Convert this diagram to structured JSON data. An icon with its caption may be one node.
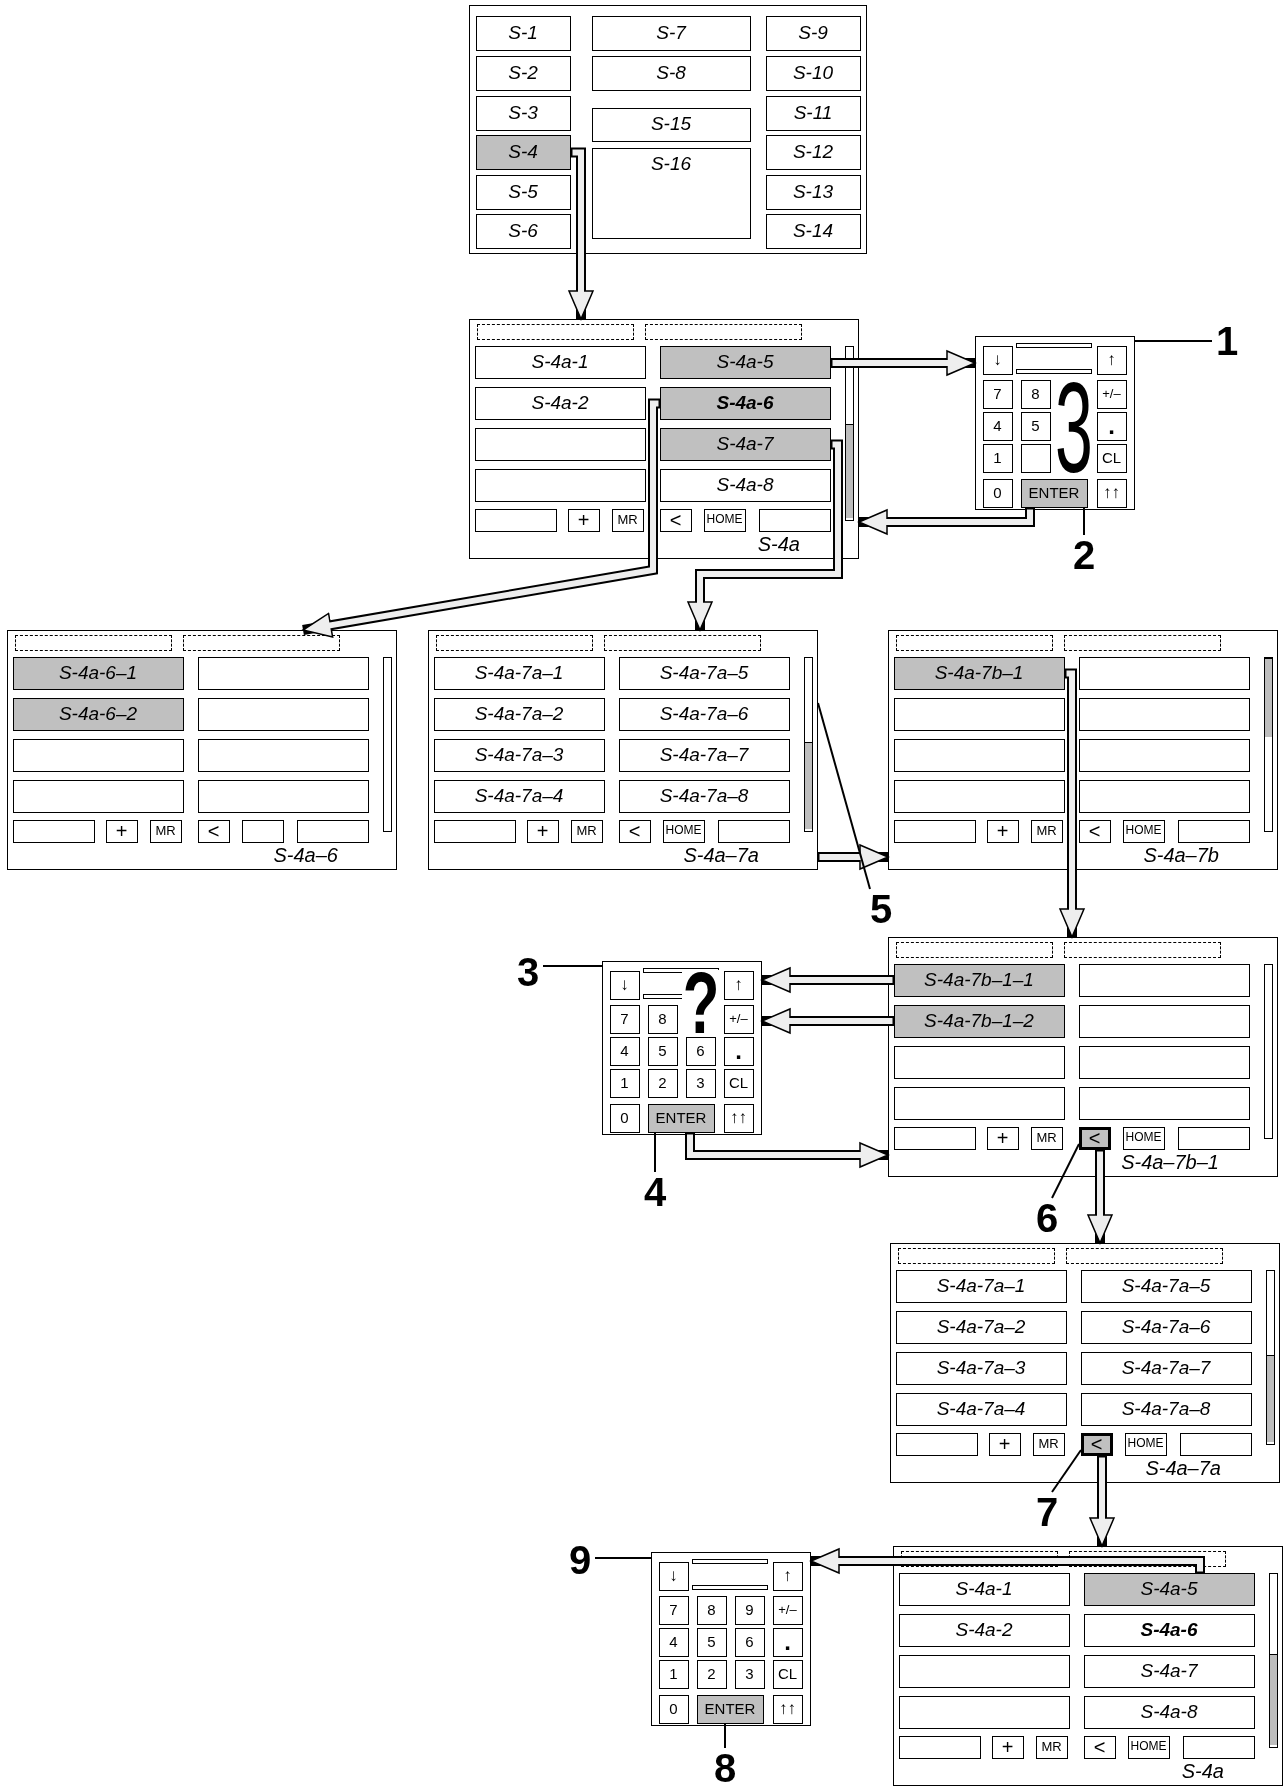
{
  "diagram": {
    "nodes": [
      {
        "text": [],
        "shape": "box"
      },
      {
        "text": [
          "S-1"
        ],
        "in": 0
      },
      {
        "text": [
          "S-2"
        ],
        "in": 0
      },
      {
        "text": [
          "S-3"
        ],
        "in": 0
      },
      {
        "text": [
          "S-4"
        ],
        "in": 0
      },
      {
        "text": [
          "S-5"
        ],
        "in": 0
      },
      {
        "text": [
          "S-6"
        ],
        "in": 0
      },
      {
        "text": [
          "S-7"
        ],
        "in": 0
      },
      {
        "text": [
          "S-8"
        ],
        "in": 0
      },
      {
        "text": [
          "S-9"
        ],
        "in": 0
      },
      {
        "text": [
          "S-10"
        ],
        "in": 0
      },
      {
        "text": [
          "S-11"
        ],
        "in": 0
      },
      {
        "text": [
          "S-12"
        ],
        "in": 0
      },
      {
        "text": [
          "S-13"
        ],
        "in": 0
      },
      {
        "text": [
          "S-14"
        ],
        "in": 0
      },
      {
        "text": [
          "S-15"
        ],
        "in": 0
      },
      {
        "text": [
          "S-16"
        ],
        "in": 0
      },
      {
        "text": [
          "S-4a"
        ]
      },
      {
        "text": [
          "S-4a-1"
        ],
        "in": 17
      },
      {
        "text": [
          "S-4a-2"
        ],
        "in": 17
      },
      {
        "text": [],
        "shape": "box",
        "in": 17
      },
      {
        "text": [],
        "shape": "box",
        "in": 17
      },
      {
        "text": [
          "S-4a-5"
        ],
        "in": 17
      },
      {
        "text": [
          "S-4a-6"
        ],
        "in": 17
      },
      {
        "text": [
          "S-4a-7"
        ],
        "in": 17
      },
      {
        "text": [
          "S-4a-8"
        ],
        "in": 17
      },
      {
        "text": [],
        "shape": "box",
        "in": 17
      },
      {
        "text": [
          "+"
        ],
        "in": 17
      },
      {
        "text": [
          "MR"
        ],
        "in": 17
      },
      {
        "text": [
          "<"
        ],
        "in": 17
      },
      {
        "text": [
          "HOME"
        ],
        "in": 17
      },
      {
        "text": [],
        "shape": "box",
        "in": 17
      },
      {
        "text": [],
        "shape": "box"
      },
      {
        "text": [
          "↓"
        ],
        "in": 32
      },
      {
        "text": [
          "↑"
        ],
        "in": 32
      },
      {
        "text": [
          "7"
        ],
        "in": 32
      },
      {
        "text": [
          "8"
        ],
        "in": 32
      },
      {
        "text": [
          "+/–"
        ],
        "in": 32
      },
      {
        "text": [
          "4"
        ],
        "in": 32
      },
      {
        "text": [
          "5"
        ],
        "in": 32
      },
      {
        "text": [
          "."
        ],
        "in": 32
      },
      {
        "text": [
          "1"
        ],
        "in": 32
      },
      {
        "text": [],
        "shape": "box",
        "in": 32
      },
      {
        "text": [
          "CL"
        ],
        "in": 32
      },
      {
        "text": [
          "0"
        ],
        "in": 32
      },
      {
        "text": [
          "ENTER"
        ],
        "in": 32
      },
      {
        "text": [
          "↑↑"
        ],
        "in": 32
      },
      {
        "text": [
          "S-4a–6"
        ]
      },
      {
        "text": [
          "S-4a-6–1"
        ],
        "in": 47
      },
      {
        "text": [
          "S-4a-6–2"
        ],
        "in": 47
      },
      {
        "text": [],
        "shape": "box",
        "in": 47
      },
      {
        "text": [],
        "shape": "box",
        "in": 47
      },
      {
        "text": [],
        "shape": "box",
        "in": 47
      },
      {
        "text": [],
        "shape": "box",
        "in": 47
      },
      {
        "text": [],
        "shape": "box",
        "in": 47
      },
      {
        "text": [],
        "shape": "box",
        "in": 47
      },
      {
        "text": [],
        "shape": "box",
        "in": 47
      },
      {
        "text": [
          "+"
        ],
        "in": 47
      },
      {
        "text": [
          "MR"
        ],
        "in": 47
      },
      {
        "text": [
          "<"
        ],
        "in": 47
      },
      {
        "text": [],
        "shape": "box",
        "in": 47
      },
      {
        "text": [],
        "shape": "box",
        "in": 47
      },
      {
        "text": [
          "S-4a–7a"
        ]
      },
      {
        "text": [
          "S-4a-7a–1"
        ],
        "in": 62
      },
      {
        "text": [
          "S-4a-7a–2"
        ],
        "in": 62
      },
      {
        "text": [
          "S-4a-7a–3"
        ],
        "in": 62
      },
      {
        "text": [
          "S-4a-7a–4"
        ],
        "in": 62
      },
      {
        "text": [
          "S-4a-7a–5"
        ],
        "in": 62
      },
      {
        "text": [
          "S-4a-7a–6"
        ],
        "in": 62
      },
      {
        "text": [
          "S-4a-7a–7"
        ],
        "in": 62
      },
      {
        "text": [
          "S-4a-7a–8"
        ],
        "in": 62
      },
      {
        "text": [],
        "shape": "box",
        "in": 62
      },
      {
        "text": [
          "+"
        ],
        "in": 62
      },
      {
        "text": [
          "MR"
        ],
        "in": 62
      },
      {
        "text": [
          "<"
        ],
        "in": 62
      },
      {
        "text": [
          "HOME"
        ],
        "in": 62
      },
      {
        "text": [],
        "shape": "box",
        "in": 62
      },
      {
        "text": [
          "S-4a–7b"
        ]
      },
      {
        "text": [
          "S-4a-7b–1"
        ],
        "in": 77
      },
      {
        "text": [],
        "shape": "box",
        "in": 77
      },
      {
        "text": [],
        "shape": "box",
        "in": 77
      },
      {
        "text": [],
        "shape": "box",
        "in": 77
      },
      {
        "text": [],
        "shape": "box",
        "in": 77
      },
      {
        "text": [],
        "shape": "box",
        "in": 77
      },
      {
        "text": [],
        "shape": "box",
        "in": 77
      },
      {
        "text": [],
        "shape": "box",
        "in": 77
      },
      {
        "text": [],
        "shape": "box",
        "in": 77
      },
      {
        "text": [
          "+"
        ],
        "in": 77
      },
      {
        "text": [
          "MR"
        ],
        "in": 77
      },
      {
        "text": [
          "<"
        ],
        "in": 77
      },
      {
        "text": [
          "HOME"
        ],
        "in": 77
      },
      {
        "text": [],
        "shape": "box",
        "in": 77
      },
      {
        "text": [
          "S-4a–7b–1"
        ]
      },
      {
        "text": [
          "S-4a-7b–1–1"
        ],
        "in": 92
      },
      {
        "text": [
          "S-4a-7b–1–2"
        ],
        "in": 92
      },
      {
        "text": [],
        "shape": "box",
        "in": 92
      },
      {
        "text": [],
        "shape": "box",
        "in": 92
      },
      {
        "text": [],
        "shape": "box",
        "in": 92
      },
      {
        "text": [],
        "shape": "box",
        "in": 92
      },
      {
        "text": [],
        "shape": "box",
        "in": 92
      },
      {
        "text": [],
        "shape": "box",
        "in": 92
      },
      {
        "text": [],
        "shape": "box",
        "in": 92
      },
      {
        "text": [
          "+"
        ],
        "in": 92
      },
      {
        "text": [
          "MR"
        ],
        "in": 92
      },
      {
        "text": [
          "<"
        ],
        "in": 92
      },
      {
        "text": [
          "HOME"
        ],
        "in": 92
      },
      {
        "text": [],
        "shape": "box",
        "in": 92
      },
      {
        "text": [],
        "shape": "box"
      },
      {
        "text": [
          "↓"
        ],
        "in": 107
      },
      {
        "text": [
          "↑"
        ],
        "in": 107
      },
      {
        "text": [
          "7"
        ],
        "in": 107
      },
      {
        "text": [
          "8"
        ],
        "in": 107
      },
      {
        "text": [
          "+/–"
        ],
        "in": 107
      },
      {
        "text": [
          "4"
        ],
        "in": 107
      },
      {
        "text": [
          "5"
        ],
        "in": 107
      },
      {
        "text": [
          "6"
        ],
        "in": 107
      },
      {
        "text": [
          "."
        ],
        "in": 107
      },
      {
        "text": [
          "1"
        ],
        "in": 107
      },
      {
        "text": [
          "2"
        ],
        "in": 107
      },
      {
        "text": [
          "3"
        ],
        "in": 107
      },
      {
        "text": [
          "CL"
        ],
        "in": 107
      },
      {
        "text": [
          "0"
        ],
        "in": 107
      },
      {
        "text": [
          "ENTER"
        ],
        "in": 107
      },
      {
        "text": [
          "↑↑"
        ],
        "in": 107
      },
      {
        "text": [
          "S-4a–7a"
        ]
      },
      {
        "text": [
          "S-4a-7a–1"
        ],
        "in": 124
      },
      {
        "text": [
          "S-4a-7a–2"
        ],
        "in": 124
      },
      {
        "text": [
          "S-4a-7a–3"
        ],
        "in": 124
      },
      {
        "text": [
          "S-4a-7a–4"
        ],
        "in": 124
      },
      {
        "text": [
          "S-4a-7a–5"
        ],
        "in": 124
      },
      {
        "text": [
          "S-4a-7a–6"
        ],
        "in": 124
      },
      {
        "text": [
          "S-4a-7a–7"
        ],
        "in": 124
      },
      {
        "text": [
          "S-4a-7a–8"
        ],
        "in": 124
      },
      {
        "text": [],
        "shape": "box",
        "in": 124
      },
      {
        "text": [
          "+"
        ],
        "in": 124
      },
      {
        "text": [
          "MR"
        ],
        "in": 124
      },
      {
        "text": [
          "<"
        ],
        "in": 124
      },
      {
        "text": [
          "HOME"
        ],
        "in": 124
      },
      {
        "text": [],
        "shape": "box",
        "in": 124
      },
      {
        "text": [
          "S-4a"
        ]
      },
      {
        "text": [
          "S-4a-1"
        ],
        "in": 139
      },
      {
        "text": [
          "S-4a-2"
        ],
        "in": 139
      },
      {
        "text": [],
        "shape": "box",
        "in": 139
      },
      {
        "text": [],
        "shape": "box",
        "in": 139
      },
      {
        "text": [
          "S-4a-5"
        ],
        "in": 139
      },
      {
        "text": [
          "S-4a-6"
        ],
        "in": 139
      },
      {
        "text": [
          "S-4a-7"
        ],
        "in": 139
      },
      {
        "text": [
          "S-4a-8"
        ],
        "in": 139
      },
      {
        "text": [],
        "shape": "box",
        "in": 139
      },
      {
        "text": [
          "+"
        ],
        "in": 139
      },
      {
        "text": [
          "MR"
        ],
        "in": 139
      },
      {
        "text": [
          "<"
        ],
        "in": 139
      },
      {
        "text": [
          "HOME"
        ],
        "in": 139
      },
      {
        "text": [],
        "shape": "box",
        "in": 139
      },
      {
        "text": [],
        "shape": "box"
      },
      {
        "text": [
          "↓"
        ],
        "in": 154
      },
      {
        "text": [
          "↑"
        ],
        "in": 154
      },
      {
        "text": [
          "7"
        ],
        "in": 154
      },
      {
        "text": [
          "8"
        ],
        "in": 154
      },
      {
        "text": [
          "9"
        ],
        "in": 154
      },
      {
        "text": [
          "+/–"
        ],
        "in": 154
      },
      {
        "text": [
          "4"
        ],
        "in": 154
      },
      {
        "text": [
          "5"
        ],
        "in": 154
      },
      {
        "text": [
          "6"
        ],
        "in": 154
      },
      {
        "text": [
          "."
        ],
        "in": 154
      },
      {
        "text": [
          "1"
        ],
        "in": 154
      },
      {
        "text": [
          "2"
        ],
        "in": 154
      },
      {
        "text": [
          "3"
        ],
        "in": 154
      },
      {
        "text": [
          "CL"
        ],
        "in": 154
      },
      {
        "text": [
          "0"
        ],
        "in": 154
      },
      {
        "text": [
          "ENTER"
        ],
        "in": 154
      },
      {
        "text": [
          "↑↑"
        ],
        "in": 154
      },
      {
        "text": [
          "1"
        ]
      },
      {
        "text": [
          "2"
        ]
      },
      {
        "text": [
          "3"
        ]
      },
      {
        "text": [
          "4"
        ]
      },
      {
        "text": [
          "5"
        ]
      },
      {
        "text": [
          "6"
        ]
      },
      {
        "text": [
          "7"
        ]
      },
      {
        "text": [
          "8"
        ]
      },
      {
        "text": [
          "9"
        ]
      }
    ],
    "edges": [
      {
        "from": 4,
        "to": 17,
        "arrow": "to"
      },
      {
        "from": 22,
        "to": 32,
        "arrow": "to"
      },
      {
        "from": 45,
        "to": 17,
        "arrow": "to"
      },
      {
        "from": 23,
        "to": 47,
        "arrow": "to"
      },
      {
        "from": 24,
        "to": 62,
        "arrow": "to"
      },
      {
        "from": 62,
        "to": 77,
        "arrow": "to"
      },
      {
        "from": 78,
        "to": 92,
        "arrow": "to"
      },
      {
        "from": 93,
        "to": 107,
        "arrow": "to"
      },
      {
        "from": 94,
        "to": 107,
        "arrow": "to"
      },
      {
        "from": 122,
        "to": 92,
        "arrow": "to"
      },
      {
        "from": 104,
        "to": 124,
        "arrow": "to"
      },
      {
        "from": 136,
        "to": 139,
        "arrow": "to"
      },
      {
        "from": 144,
        "to": 154,
        "arrow": "to"
      },
      {
        "from": 172,
        "to": 32,
        "arrow": "none",
        "color": "#000000"
      },
      {
        "from": 173,
        "to": 45,
        "arrow": "none",
        "color": "#000000"
      },
      {
        "from": 174,
        "to": 107,
        "arrow": "none",
        "color": "#000000"
      },
      {
        "from": 175,
        "to": 122,
        "arrow": "none",
        "color": "#000000"
      },
      {
        "from": 176,
        "to": 62,
        "arrow": "none",
        "color": "#000000"
      },
      {
        "from": 177,
        "to": 104,
        "arrow": "none",
        "color": "#000000"
      },
      {
        "from": 178,
        "to": 136,
        "arrow": "none",
        "color": "#000000"
      },
      {
        "from": 179,
        "to": 170,
        "arrow": "none",
        "color": "#000000"
      },
      {
        "from": 180,
        "to": 154,
        "arrow": "none",
        "color": "#000000"
      }
    ],
    "labels": [
      "3",
      "?"
    ]
  }
}
